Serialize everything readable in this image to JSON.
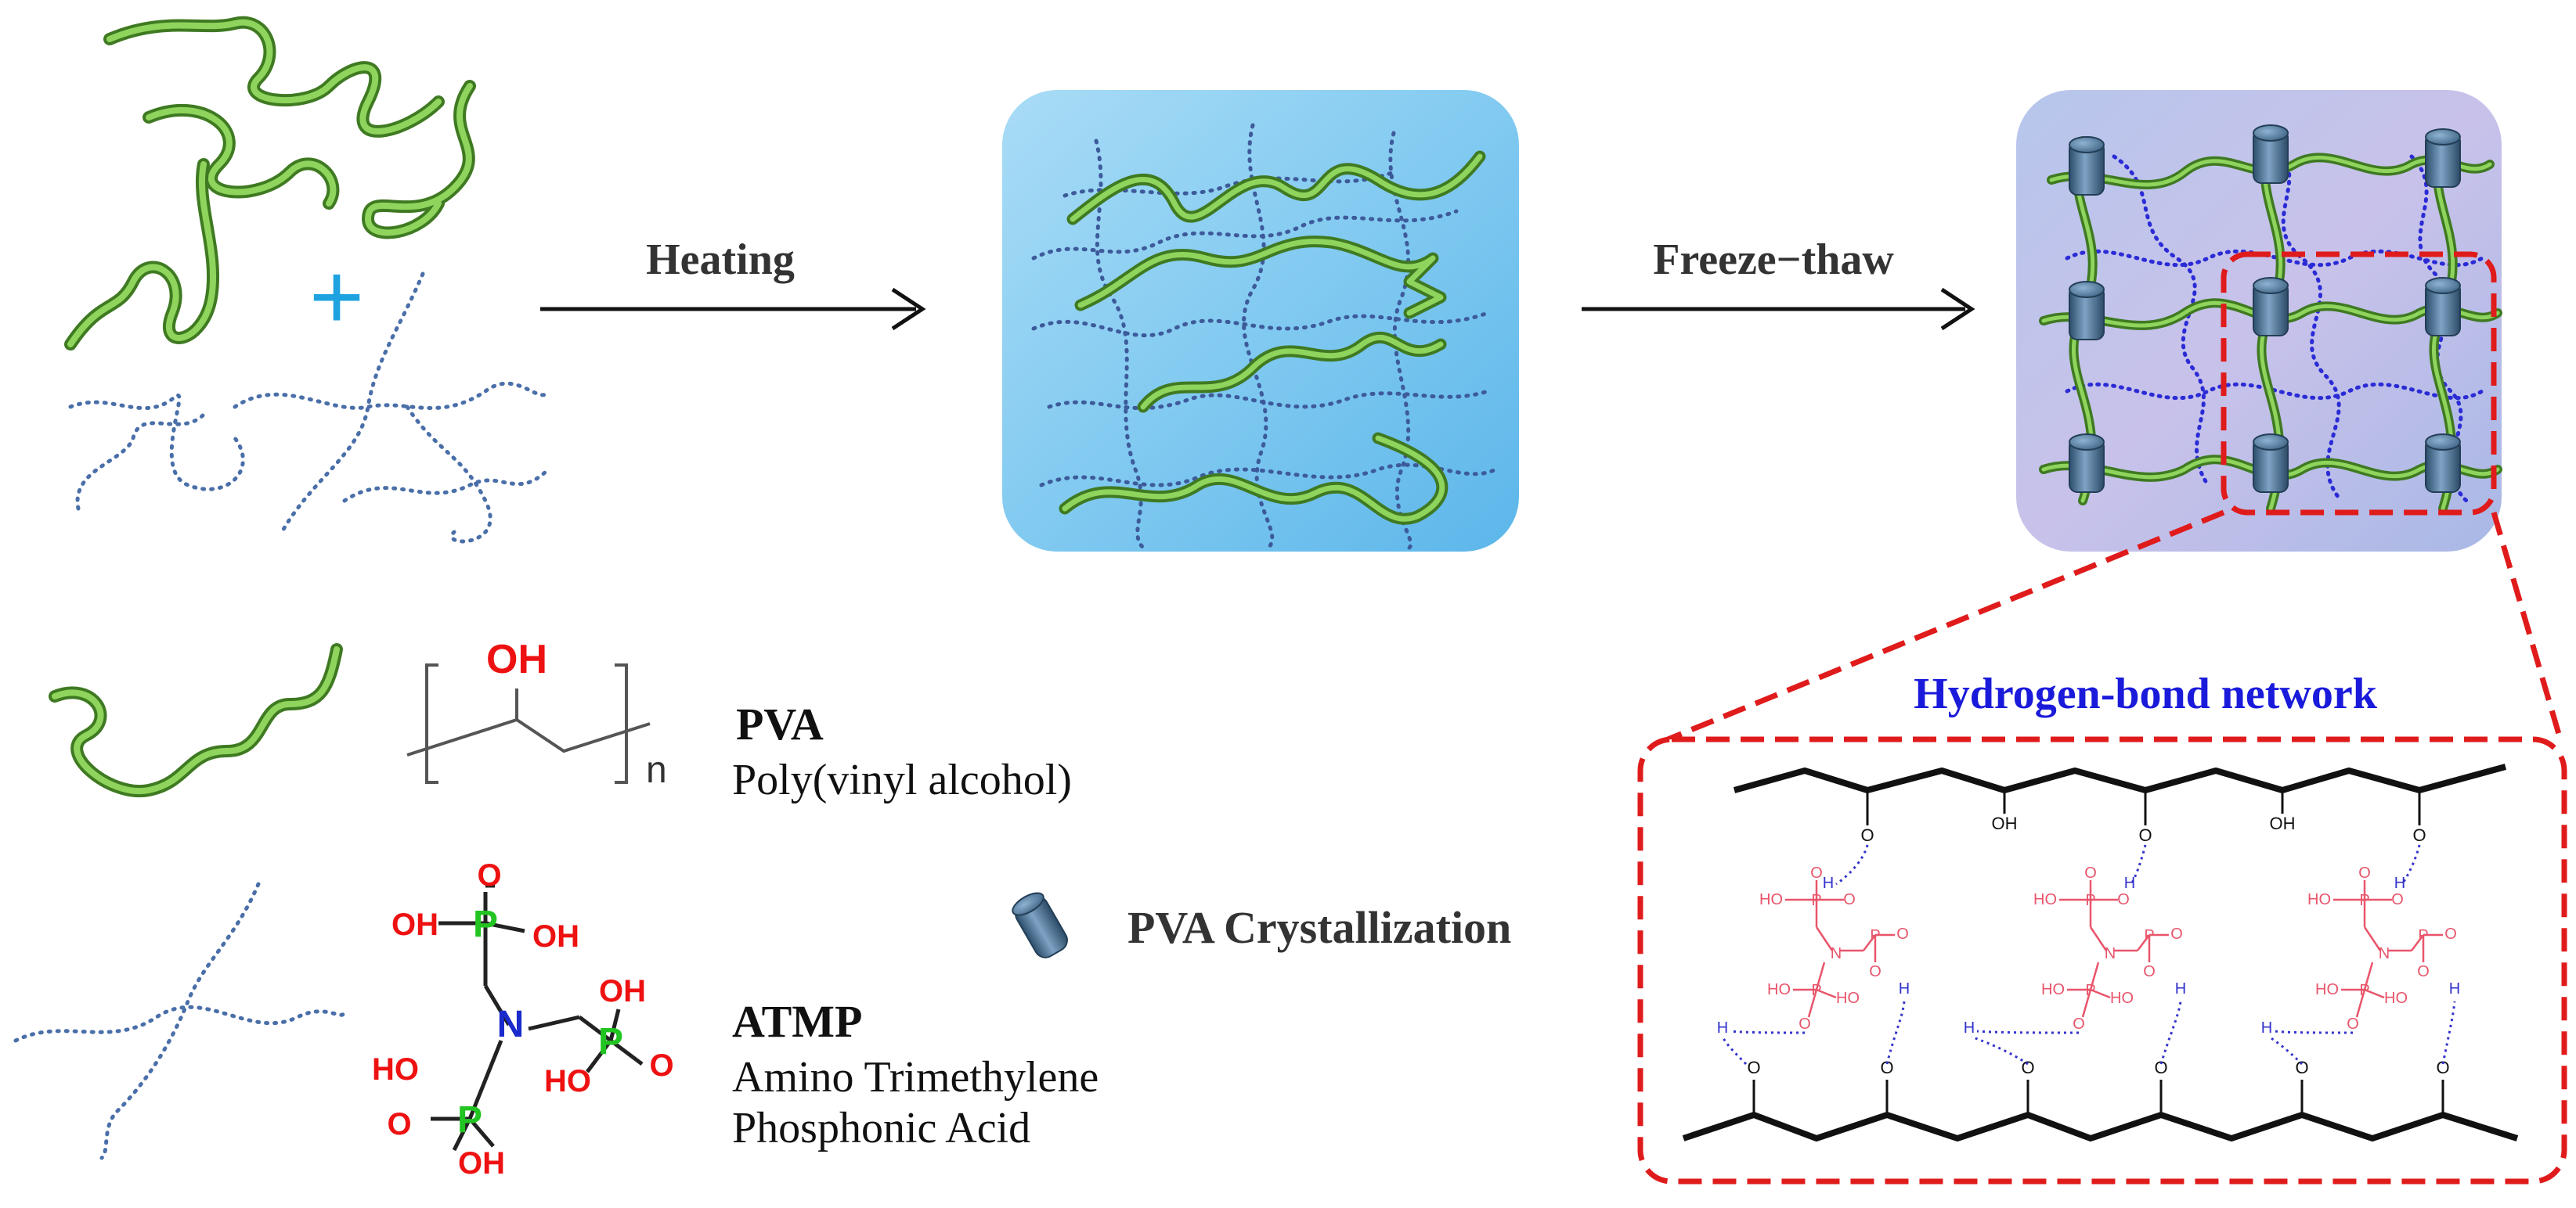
{
  "process": {
    "step1_label": "Heating",
    "step2_label": "Freeze−thaw",
    "plus_sign": "+"
  },
  "legend": {
    "pva": {
      "name": "PVA",
      "full_name": "Poly(vinyl alcohol)",
      "structure_oh": "OH",
      "structure_n": "n"
    },
    "atmp": {
      "name": "ATMP",
      "full_name_line1": "Amino Trimethylene",
      "full_name_line2": "Phosphonic Acid",
      "atom_n": "N",
      "atom_p": "P",
      "atom_o": "O",
      "group_oh": "OH",
      "group_ho": "HO"
    },
    "crystal": {
      "label": "PVA Crystallization"
    }
  },
  "zoom": {
    "title": "Hydrogen-bond network",
    "label_oh": "OH",
    "label_o": "O",
    "label_h": "H",
    "label_n": "N",
    "label_p": "P",
    "label_ho": "HO"
  },
  "colors": {
    "pva_chain": "#7cc449",
    "pva_chain_dark": "#3f7a22",
    "atmp_chain": "#4a6fa8",
    "accent_red": "#e01b1b",
    "accent_blue_plus": "#1fa3e0",
    "title_blue": "#1a1adb",
    "hbond_blue": "#3333cc",
    "phosphorus_green": "#22c422",
    "nitrogen_blue": "#1a2acc",
    "oxygen_red": "#ee1111",
    "molecule_pink": "#e8556b"
  }
}
